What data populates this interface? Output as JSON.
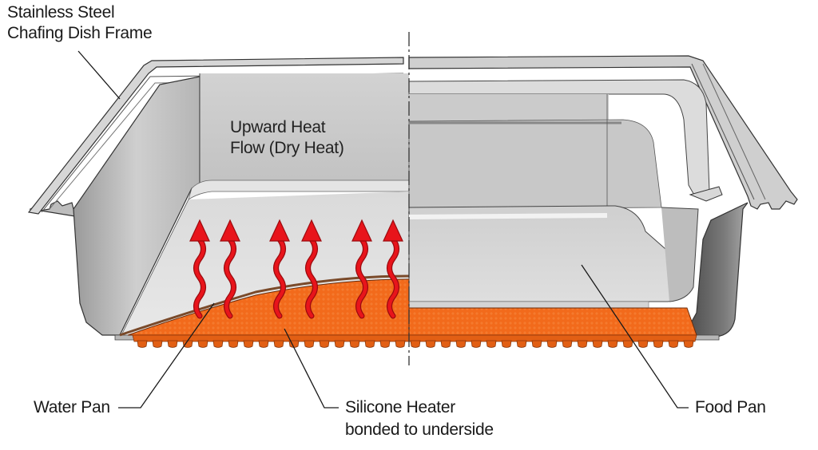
{
  "diagram": {
    "title": "Chafing dish cutaway: dry heat vs food pan",
    "colors": {
      "background": "#ffffff",
      "steel_light": "#e6e6e6",
      "steel_mid": "#c4c4c4",
      "steel_dark": "#8e8e8e",
      "steel_shadow": "#5a5a5a",
      "heater_orange": "#f26a1b",
      "heater_dark": "#c9470c",
      "arrow_red": "#e8141b",
      "arrow_outline": "#9c0a0e",
      "leader_line": "#1a1a1a",
      "centerline": "#333333"
    },
    "labels": {
      "frame_line1": "Stainless Steel",
      "frame_line2": "Chafing Dish Frame",
      "heat_line1": "Upward Heat",
      "heat_line2": "Flow (Dry Heat)",
      "water_pan": "Water Pan",
      "heater_line1": "Silicone Heater",
      "heater_line2": "bonded to underside",
      "food_pan": "Food Pan"
    },
    "components": [
      {
        "name": "Stainless Steel Chafing Dish Frame",
        "role": "outer frame with rolled rim"
      },
      {
        "name": "Water Pan",
        "role": "left half, dry (no water)"
      },
      {
        "name": "Silicone Heater",
        "role": "orange ribbed pad bonded to underside"
      },
      {
        "name": "Food Pan",
        "role": "right half insert"
      },
      {
        "name": "Upward Heat Flow (Dry Heat)",
        "role": "6 red wavy arrows"
      }
    ],
    "heat_arrow_count": 6
  }
}
